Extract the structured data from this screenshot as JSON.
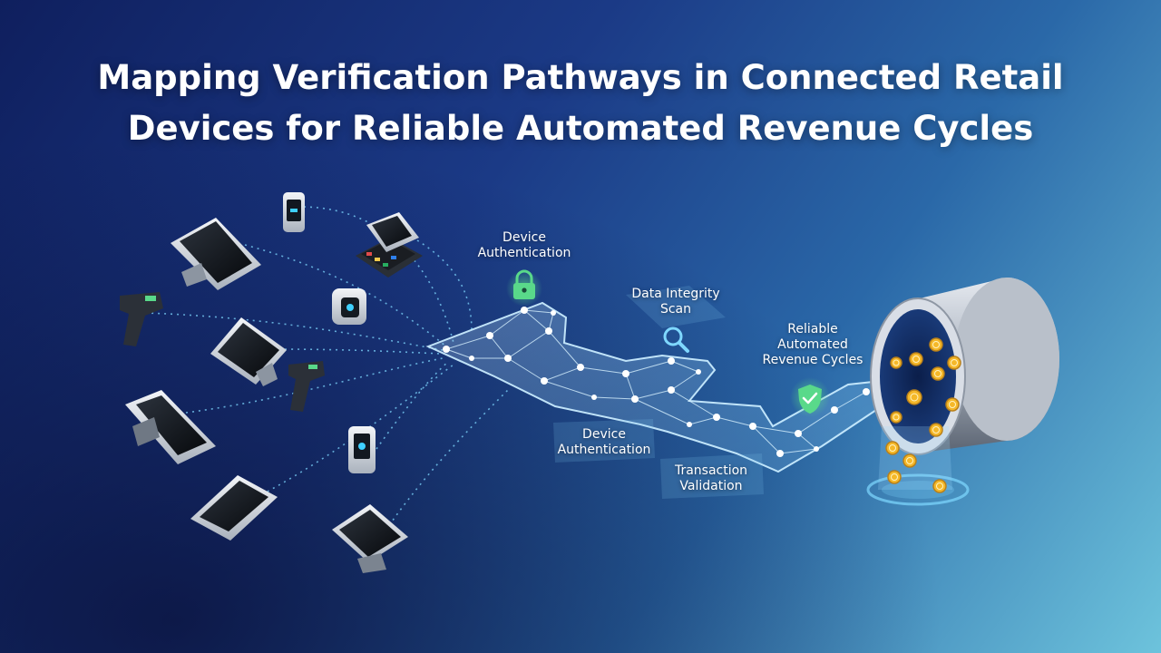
{
  "title": {
    "line1": "Mapping Verification Pathways in Connected Retail",
    "line2": "Devices for Reliable Automated Revenue Cycles"
  },
  "labels": {
    "device_auth_top": {
      "line1": "Device",
      "line2": "Authentication"
    },
    "data_integrity": {
      "line1": "Data Integrity",
      "line2": "Scan"
    },
    "reliable_cycles": {
      "line1": "Reliable",
      "line2": "Automated",
      "line3": "Revenue Cycles"
    },
    "device_auth_bottom": {
      "line1": "Device",
      "line2": "Authentication"
    },
    "transaction_validation": {
      "line1": "Transaction",
      "line2": "Validation"
    }
  },
  "icons": {
    "lock": "lock-icon",
    "magnifier": "magnifier-icon",
    "shield": "shield-check-icon",
    "coin": "coin-icon"
  },
  "colors": {
    "accent_green": "#59d98a",
    "accent_cyan": "#7fd8ff",
    "coin_gold": "#f5b829"
  }
}
